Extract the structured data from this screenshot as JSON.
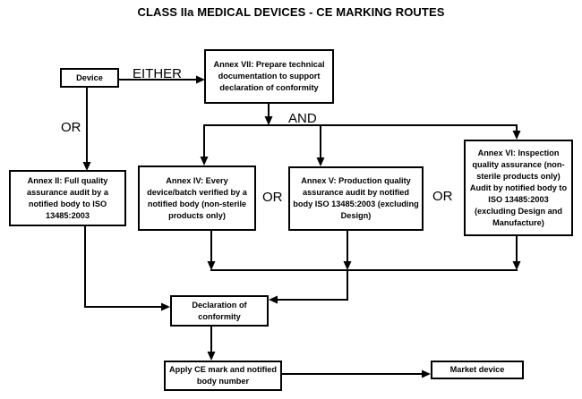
{
  "title": "CLASS IIa MEDICAL DEVICES - CE MARKING ROUTES",
  "labels": {
    "either": "EITHER",
    "or_left": "OR",
    "and": "AND",
    "or_mid": "OR",
    "or_right": "OR"
  },
  "nodes": {
    "device": "Device",
    "annex_vii": "Annex VII: Prepare technical documentation to support declaration of conformity",
    "annex_ii": "Annex II: Full quality assurance audit by a notified body to ISO 13485:2003",
    "annex_iv": "Annex IV: Every device/batch verified by a notified body (non-sterile products only)",
    "annex_v": "Annex V: Production quality assurance audit by notified body ISO 13485:2003 (excluding Design)",
    "annex_vi": "Annex VI: Inspection quality assurance (non-sterile products only) Audit by notified body to ISO 13485:2003 (excluding Design and Manufacture)",
    "declaration": "Declaration of conformity",
    "apply_ce": "Apply CE mark and notified body number",
    "market": "Market device"
  },
  "colors": {
    "background": "#ffffff",
    "line": "#000000",
    "text": "#000000",
    "box_border": "#000000"
  }
}
